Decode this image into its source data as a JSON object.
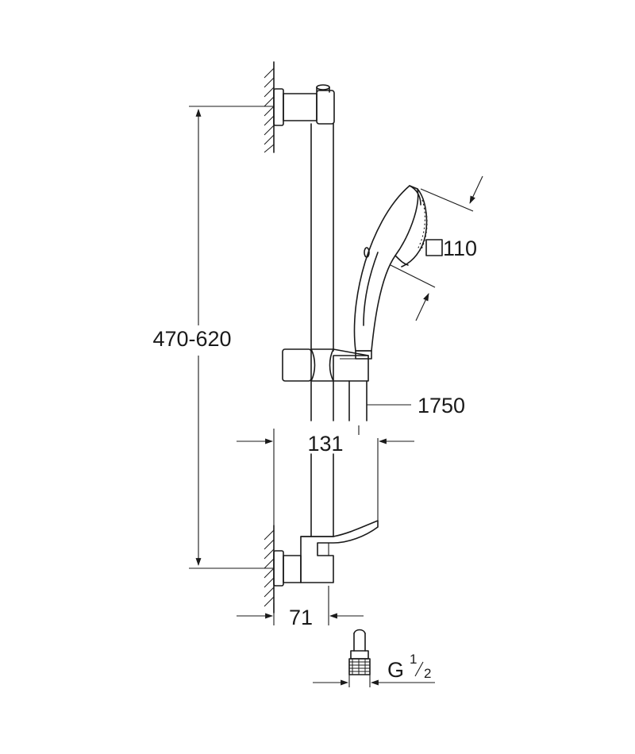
{
  "dimensions": {
    "height_range": "470-620",
    "hand_shower_size_symbol": "□",
    "hand_shower_size": "110",
    "hose_length": "1750",
    "projection": "131",
    "wall_offset": "71",
    "thread_prefix": "G",
    "thread_numerator": "1",
    "thread_denominator": "2"
  }
}
